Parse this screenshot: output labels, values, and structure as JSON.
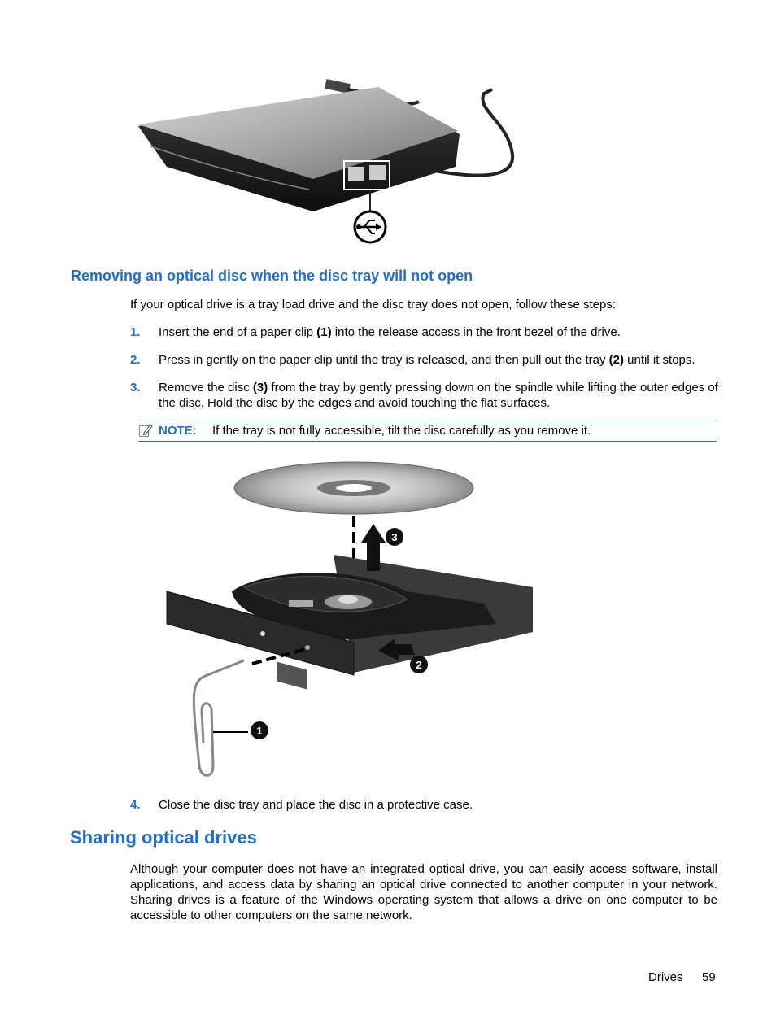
{
  "section1": {
    "heading": "Removing an optical disc when the disc tray will not open",
    "intro": "If your optical drive is a tray load drive and the disc tray does not open, follow these steps:",
    "steps": [
      {
        "num": "1.",
        "pre": "Insert the end of a paper clip ",
        "bold": "(1)",
        "post": " into the release access in the front bezel of the drive."
      },
      {
        "num": "2.",
        "pre": "Press in gently on the paper clip until the tray is released, and then pull out the tray ",
        "bold": "(2)",
        "post": " until it stops."
      },
      {
        "num": "3.",
        "pre": "Remove the disc ",
        "bold": "(3)",
        "post": " from the tray by gently pressing down on the spindle while lifting the outer edges of the disc. Hold the disc by the edges and avoid touching the flat surfaces."
      },
      {
        "num": "4.",
        "text": "Close the disc tray and place the disc in a protective case."
      }
    ],
    "note": {
      "label": "NOTE:",
      "text": "If the tray is not fully accessible, tilt the disc carefully as you remove it."
    }
  },
  "section2": {
    "heading": "Sharing optical drives",
    "paragraph": "Although your computer does not have an integrated optical drive, you can easily access software, install applications, and access data by sharing an optical drive connected to another computer in your network. Sharing drives is a feature of the Windows operating system that allows a drive on one computer to be accessible to other computers on the same network."
  },
  "figure2": {
    "callouts": [
      "1",
      "2",
      "3"
    ]
  },
  "footer": {
    "section": "Drives",
    "page": "59"
  },
  "colors": {
    "accent": "#1a6ed8"
  },
  "icons": {
    "note": "note-pencil-icon",
    "usb": "usb-icon"
  }
}
